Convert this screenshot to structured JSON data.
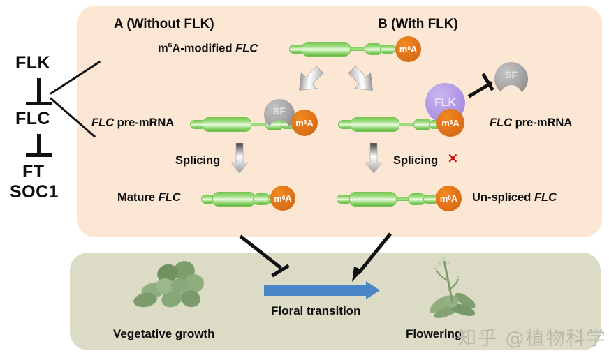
{
  "figure": {
    "pathway": {
      "nodes": [
        "FLK",
        "FLC",
        "FT",
        "SOC1"
      ],
      "relations": [
        "FLK inhibits FLC",
        "FLC inhibits FT/SOC1"
      ]
    },
    "panel_a": {
      "letter": "A",
      "condition": "(Without FLK)",
      "row_top_label_pre": "m",
      "row_top_label_sup": "6",
      "row_top_label_mid": "A-modified ",
      "row_top_label_gene": "FLC",
      "row_mid_gene": "FLC",
      "row_mid_label": " pre-mRNA",
      "splicing_label": "Splicing",
      "row_bottom_label": "Mature ",
      "row_bottom_gene": "FLC",
      "sf_label": "SF",
      "m6a_label_pre": "m",
      "m6a_label_sup": "6",
      "m6a_label_post": "A"
    },
    "panel_b": {
      "letter": "B",
      "condition": "(With FLK)",
      "row_mid_gene": "FLC",
      "row_mid_label": " pre-mRNA",
      "splicing_label": "Splicing",
      "splicing_blocked_mark": "✕",
      "row_bottom_label": "Un-spliced ",
      "row_bottom_gene": "FLC",
      "sf_label": "SF",
      "flk_label": "FLK",
      "m6a_label_pre": "m",
      "m6a_label_sup": "6",
      "m6a_label_post": "A"
    },
    "bottom": {
      "left_label": "Vegetative growth",
      "right_label": "Flowering",
      "transition_label": "Floral transition"
    },
    "watermark": "知乎 @植物科学",
    "colors": {
      "panel_top_bg": "#FCE6D4",
      "panel_bottom_bg": "#DCDBC6",
      "m6a_orange": "#E3761A",
      "flk_purple": "#B49AE6",
      "sf_gray": "#A8A8A8",
      "rna_green": "#7CC957",
      "floral_arrow_blue": "#4A86C8",
      "x_red": "#CC0000",
      "line_black": "#111111"
    }
  }
}
